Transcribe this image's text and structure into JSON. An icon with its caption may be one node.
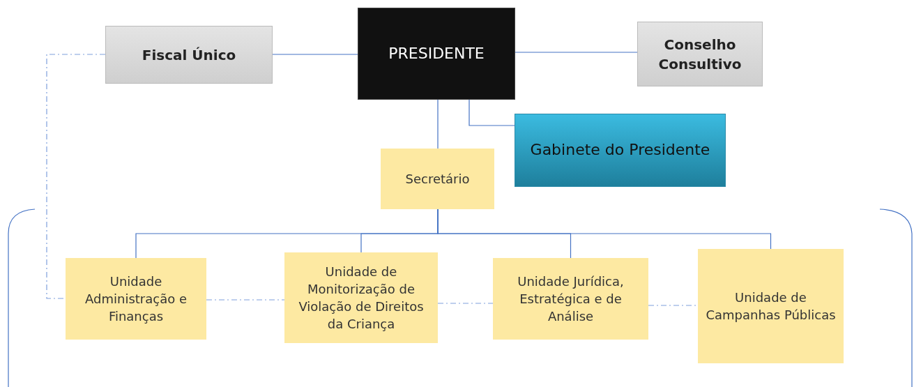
{
  "diagram": {
    "nodes": [
      {
        "text": [
          "PRESIDENTE"
        ]
      },
      {
        "text": [
          "Fiscal Único"
        ]
      },
      {
        "text": [
          "Conselho Consultivo"
        ]
      },
      {
        "text": [
          "Gabinete do Presidente"
        ]
      },
      {
        "text": [
          "Secretário"
        ]
      },
      {
        "text": [
          "Unidade Administração e Finanças"
        ]
      },
      {
        "text": [
          "Unidade de Monitorização de Violação de Direitos da Criança"
        ]
      },
      {
        "text": [
          "Unidade Jurídica, Estratégica e de Análise"
        ]
      },
      {
        "text": [
          "Unidade de Campanhas Públicas"
        ]
      }
    ],
    "edges": [
      {
        "from": 0,
        "to": 1,
        "arrow": "none"
      },
      {
        "from": 0,
        "to": 2,
        "arrow": "none"
      },
      {
        "from": 0,
        "to": 3,
        "arrow": "none"
      },
      {
        "from": 0,
        "to": 4,
        "arrow": "none"
      },
      {
        "from": 4,
        "to": 5,
        "arrow": "none"
      },
      {
        "from": 4,
        "to": 6,
        "arrow": "none"
      },
      {
        "from": 4,
        "to": 7,
        "arrow": "none"
      },
      {
        "from": 4,
        "to": 8,
        "arrow": "none"
      },
      {
        "from": 1,
        "to": 5,
        "arrow": "none",
        "style": "dashed",
        "color": "#7f9fdc"
      },
      {
        "from": 5,
        "to": 6,
        "arrow": "none",
        "style": "dashed",
        "color": "#7f9fdc"
      },
      {
        "from": 6,
        "to": 7,
        "arrow": "none",
        "style": "dashed",
        "color": "#7f9fdc"
      },
      {
        "from": 7,
        "to": 8,
        "arrow": "none",
        "style": "dashed",
        "color": "#7f9fdc"
      }
    ]
  }
}
